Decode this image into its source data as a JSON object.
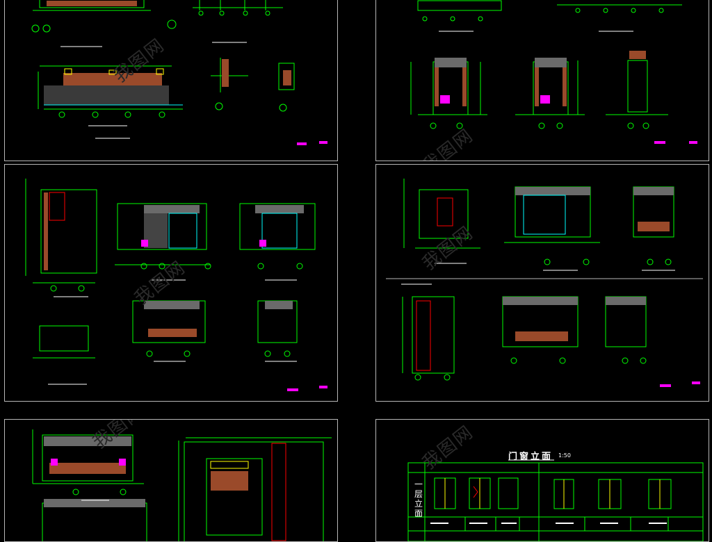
{
  "colors": {
    "line": "#00ff00",
    "wall": "#ff0000",
    "fill": "#9a4a2a",
    "sub": "#ffff00",
    "cyan": "#00ffff",
    "mag": "#ff00ff",
    "frame": "#b8b8b8"
  },
  "sheet6": {
    "title": "门窗立面",
    "scale": "1:50",
    "side_label": "一层立面"
  },
  "watermark": "我图网"
}
